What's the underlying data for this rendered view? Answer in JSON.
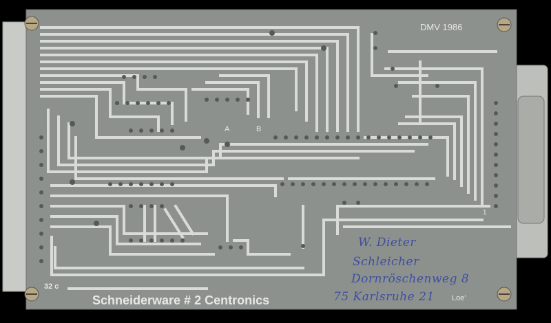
{
  "board": {
    "marking_top": "DMV 1986",
    "product_label": "Schneiderware # 2 Centronics",
    "pin_label": "32 c",
    "marking_corner": "Loe'",
    "pad_label_a": "A",
    "pad_label_b": "B",
    "pin_label_right": "1"
  },
  "handwriting": {
    "line1": "W. Dieter",
    "line2": "Schleicher",
    "line3": "Dornröschenweg 8",
    "line4": "75 Karlsruhe 21"
  },
  "colors": {
    "background": "#000000",
    "board": "#8d918e",
    "trace": "#d6d9d7",
    "connector": "#c7c9c5",
    "ink": "#3c4fa0"
  }
}
